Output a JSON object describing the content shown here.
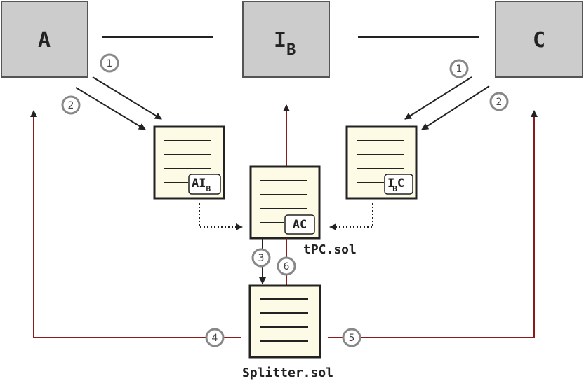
{
  "nodes": {
    "a": {
      "label": "A",
      "sub": ""
    },
    "ib": {
      "label": "I",
      "sub": "B"
    },
    "c": {
      "label": "C",
      "sub": ""
    }
  },
  "documents": {
    "ai_b": {
      "tag": "AI",
      "tag_sub": "B"
    },
    "i_b_c": {
      "tag_left": "I",
      "tag_sub": "B",
      "tag_right": "C"
    },
    "tpc": {
      "tag": "AC",
      "file": "tPC.sol"
    },
    "splitter": {
      "file": "Splitter.sol"
    }
  },
  "steps": {
    "a_1": "1",
    "a_2": "2",
    "c_1": "1",
    "c_2": "2",
    "s3": "3",
    "s4": "4",
    "s5": "5",
    "s6": "6"
  },
  "colors": {
    "black_arrow": "#222222",
    "red_arrow": "#8b1a1a",
    "node_fill": "#cccccc",
    "document_fill": "#fdfbe6"
  }
}
